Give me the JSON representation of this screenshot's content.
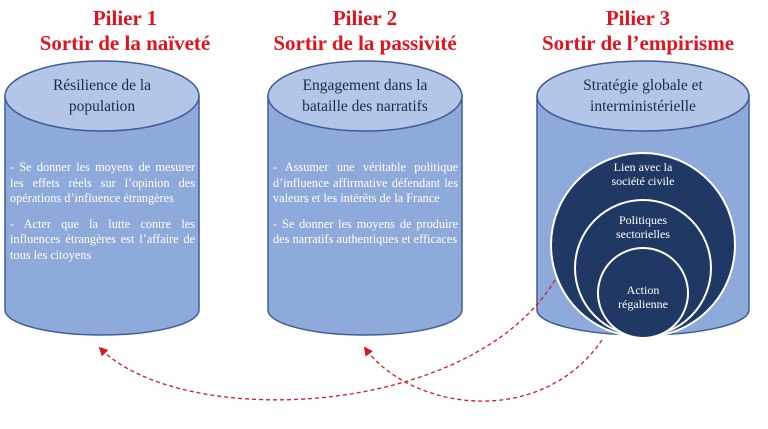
{
  "pillars": [
    {
      "number": "Pilier 1",
      "title": "Sortir de la naïveté",
      "cap": "Résilience de la population",
      "bullets": [
        "- Se donner les moyens de mesurer les effets réels sur l’opinion des opérations d’influence étrangères",
        "- Acter que la lutte contre les influences étrangères est l’affaire de tous les citoyens"
      ]
    },
    {
      "number": "Pilier 2",
      "title": "Sortir de la passivité",
      "cap": "Engagement dans la bataille des narratifs",
      "bullets": [
        "- Assumer une véritable politique d’influence affirmative défendant les valeurs et les intérêts de la France",
        "- Se donner les moyens de produire des narratifs authentiques et efficaces"
      ]
    },
    {
      "number": "Pilier 3",
      "title": "Sortir de l’empirisme",
      "cap": "Stratégie globale et interministérielle",
      "circles": {
        "outer": "Lien avec la société civile",
        "middle": "Politiques sectorielles",
        "inner": "Action régalienne"
      }
    }
  ],
  "colors": {
    "title_red": "#e0141e",
    "cylinder_body": "#8eaadb",
    "cylinder_cap": "#b4c6e7",
    "cylinder_edge": "#3f5c99",
    "circle_fill": "#1f3864",
    "arrow": "#e0141e"
  }
}
